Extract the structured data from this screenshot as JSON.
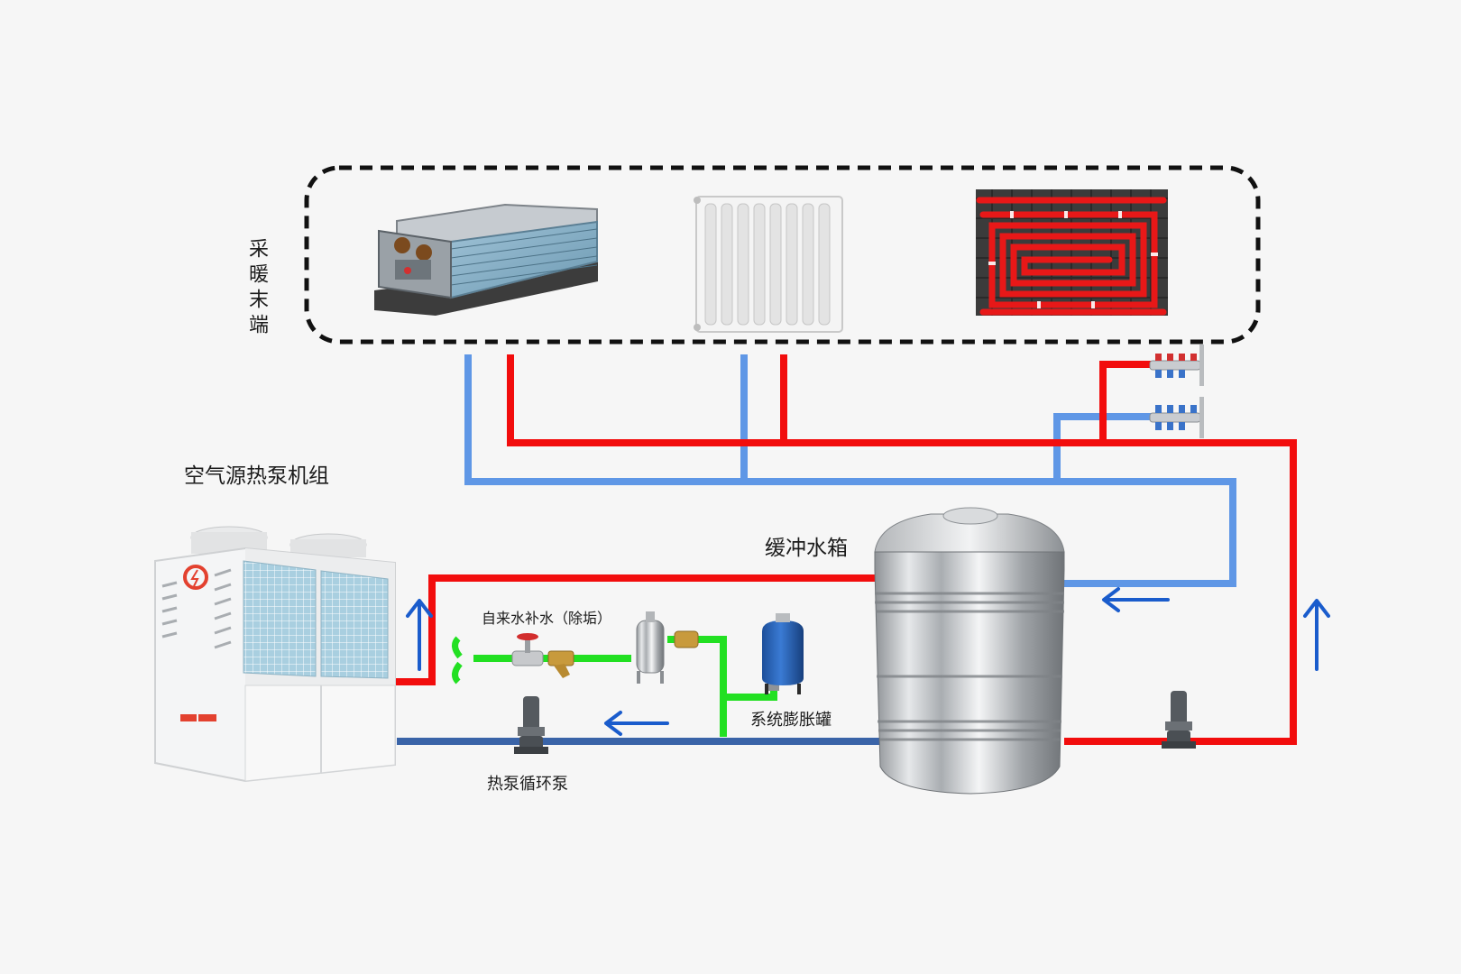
{
  "labels": {
    "heating_terminal": "采暖末端",
    "heat_pump_unit": "空气源热泵机组",
    "buffer_tank": "缓冲水箱",
    "makeup_water": "自来水补水（除垢）",
    "expansion_tank": "系统膨胀罐",
    "circulation_pump": "热泵循环泵"
  },
  "colors": {
    "supply_pipe": "#f20d0d",
    "return_pipe_light": "#5f97e6",
    "return_pipe_dark": "#3a64a8",
    "makeup_pipe": "#22e022",
    "flow_arrow": "#1a5ccc",
    "terminal_border": "#111111"
  },
  "icons": [
    "fan-coil-unit-icon",
    "radiator-icon",
    "floor-heating-coil-icon",
    "manifold-icon",
    "heat-pump-unit-icon",
    "stainless-buffer-tank-icon",
    "expansion-tank-icon",
    "globe-valve-icon",
    "y-strainer-icon",
    "descaler-icon",
    "inline-pump-icon",
    "flow-arrow-icon"
  ]
}
